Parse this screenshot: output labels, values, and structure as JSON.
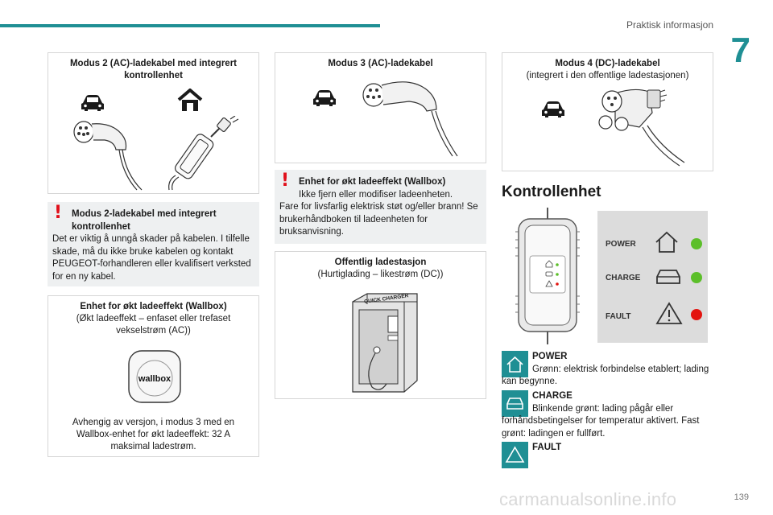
{
  "header": {
    "title": "Praktisk informasjon",
    "chapter": "7"
  },
  "footer": {
    "page_number": "139",
    "watermark": "carmanualsonline.info"
  },
  "col1": {
    "mode2_box": {
      "title": "Modus 2 (AC)-ladekabel med integrert kontrollenhet"
    },
    "warning": {
      "head": "Modus 2-ladekabel med integrert kontrollenhet",
      "body": "Det er viktig å unngå skader på kabelen. I tilfelle skade, må du ikke bruke kabelen og kontakt PEUGEOT-forhandleren eller kvalifisert verksted for en ny kabel."
    },
    "wallbox_box": {
      "title": "Enhet for økt ladeeffekt (Wallbox)",
      "subtitle": "(Økt ladeeffekt – enfaset eller trefaset vekselstrøm (AC))",
      "logo_text": "wallbox",
      "caption": "Avhengig av versjon, i modus 3 med en Wallbox-enhet for økt ladeeffekt: 32 A maksimal ladestrøm."
    }
  },
  "col2": {
    "mode3_box": {
      "title": "Modus 3 (AC)-ladekabel"
    },
    "warning": {
      "head": "Enhet for økt ladeeffekt (Wallbox)",
      "line1": "Ikke fjern eller modifiser ladeenheten.",
      "body": "Fare for livsfarlig elektrisk støt og/eller brann! Se brukerhåndboken til ladeenheten for bruksanvisning."
    },
    "public_box": {
      "title": "Offentlig ladestasjon",
      "subtitle": "(Hurtiglading – likestrøm (DC))",
      "station_label": "QUICK CHARGER"
    }
  },
  "col3": {
    "mode4_box": {
      "title": "Modus 4 (DC)-ladekabel",
      "subtitle": "(integrert i den offentlige ladestasjonen)"
    },
    "section_title": "Kontrollenhet",
    "panel": {
      "labels": [
        "POWER",
        "CHARGE",
        "FAULT"
      ],
      "led_colors": [
        "#5cbf2a",
        "#5cbf2a",
        "#e3140f"
      ]
    },
    "power": {
      "name": "POWER",
      "text": "Grønn: elektrisk forbindelse etablert; lading kan begynne."
    },
    "charge": {
      "name": "CHARGE",
      "text": "Blinkende grønt: lading pågår eller forhåndsbetingelser for temperatur aktivert. Fast grønt: ladingen er fullført."
    },
    "fault": {
      "name": "FAULT"
    }
  },
  "colors": {
    "accent": "#1f8f94",
    "warning_red": "#e10f1a",
    "warning_bg": "#eef0f1"
  }
}
